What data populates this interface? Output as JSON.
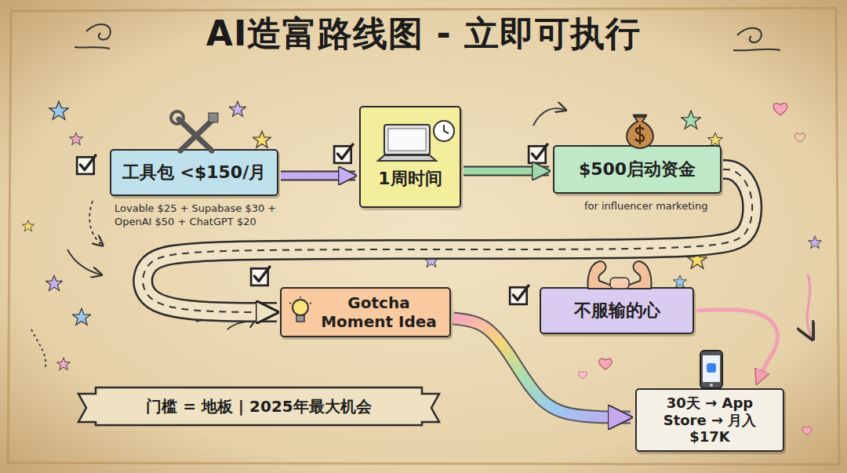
{
  "diagram": {
    "title": "AI造富路线图 - 立即可执行",
    "nodes": [
      {
        "text": [
          "工具包 <$150/月"
        ]
      },
      {
        "text": [
          "1周时间"
        ]
      },
      {
        "text": [
          "$500启动资金"
        ]
      },
      {
        "text": [
          "Gotcha Moment Idea"
        ]
      },
      {
        "text": [
          "不服输的心"
        ]
      },
      {
        "text": [
          "30天 → App Store → 月入$17K"
        ]
      },
      {
        "text": [
          "门槛 = 地板 | 2025年最大机会"
        ]
      }
    ],
    "edges": [
      {
        "from": 0,
        "to": 1,
        "arrow": "to"
      },
      {
        "from": 1,
        "to": 2,
        "arrow": "to"
      },
      {
        "from": 2,
        "to": 3,
        "arrow": "to"
      },
      {
        "from": 3,
        "to": 5,
        "arrow": "to"
      },
      {
        "from": 4,
        "to": 5,
        "arrow": "to"
      }
    ],
    "labels": [
      "Lovable $25 + Supabase $30 + OpenAI $50 + ChatGPT $20",
      "for influencer marketing"
    ]
  }
}
